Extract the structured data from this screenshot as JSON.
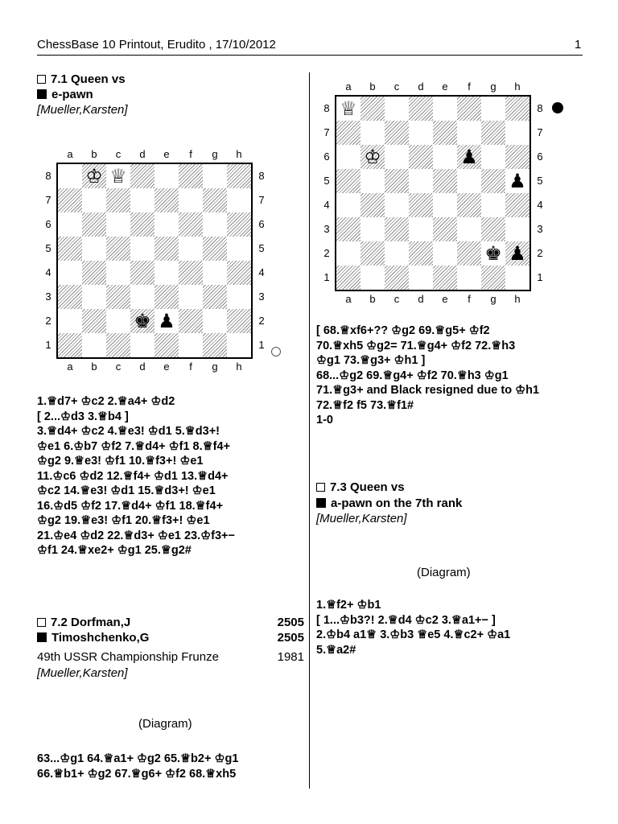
{
  "header": {
    "title": "ChessBase 10 Printout, Erudito , 17/10/2012",
    "page": "1"
  },
  "files": [
    "a",
    "b",
    "c",
    "d",
    "e",
    "f",
    "g",
    "h"
  ],
  "ranks": [
    "8",
    "7",
    "6",
    "5",
    "4",
    "3",
    "2",
    "1"
  ],
  "game1": {
    "white": "7.1 Queen vs",
    "black": "e-pawn",
    "annotator": "[Mueller,Karsten]",
    "board": [
      [
        "",
        "♔",
        "♕",
        "",
        "",
        "",
        "",
        ""
      ],
      [
        "",
        "",
        "",
        "",
        "",
        "",
        "",
        ""
      ],
      [
        "",
        "",
        "",
        "",
        "",
        "",
        "",
        ""
      ],
      [
        "",
        "",
        "",
        "",
        "",
        "",
        "",
        ""
      ],
      [
        "",
        "",
        "",
        "",
        "",
        "",
        "",
        ""
      ],
      [
        "",
        "",
        "",
        "",
        "",
        "",
        "",
        ""
      ],
      [
        "",
        "",
        "",
        "♚",
        "♟",
        "",
        "",
        ""
      ],
      [
        "",
        "",
        "",
        "",
        "",
        "",
        "",
        ""
      ]
    ],
    "moves": [
      {
        "t": "1.♕d7+  ♔c2  2.♕a4+  ♔d2",
        "b": true
      },
      {
        "t": "  [ 2...♔d3  3.♕b4 ]",
        "b": false
      },
      {
        "t": "3.♕d4+  ♔c2  4.♕e3!  ♔d1  5.♕d3+!",
        "b": true
      },
      {
        "t": "♔e1  6.♔b7  ♔f2  7.♕d4+  ♔f1  8.♕f4+",
        "b": true
      },
      {
        "t": "♔g2  9.♕e3!  ♔f1  10.♕f3+!  ♔e1",
        "b": true
      },
      {
        "t": "11.♔c6  ♔d2  12.♕f4+  ♔d1  13.♕d4+",
        "b": true
      },
      {
        "t": "♔c2  14.♕e3!  ♔d1  15.♕d3+!  ♔e1",
        "b": true
      },
      {
        "t": "16.♔d5  ♔f2  17.♕d4+  ♔f1  18.♕f4+",
        "b": true
      },
      {
        "t": "♔g2  19.♕e3!  ♔f1  20.♕f3+!  ♔e1",
        "b": true
      },
      {
        "t": "21.♔e4  ♔d2  22.♕d3+  ♔e1  23.♔f3+−",
        "b": true
      },
      {
        "t": "♔f1  24.♕xe2+  ♔g1  25.♕g2#",
        "b": true
      }
    ]
  },
  "game2": {
    "white": "7.2 Dorfman,J",
    "white_elo": "2505",
    "black": "Timoshchenko,G",
    "black_elo": "2505",
    "event": "49th USSR Championship Frunze",
    "year": "1981",
    "annotator": "[Mueller,Karsten]",
    "diagram_label": "(Diagram)",
    "moves": [
      {
        "t": "63...♔g1  64.♕a1+  ♔g2  65.♕b2+  ♔g1",
        "b": true
      },
      {
        "t": "66.♕b1+  ♔g2  67.♕g6+  ♔f2  68.♕xh5",
        "b": true
      }
    ],
    "board": [
      [
        "♕",
        "",
        "",
        "",
        "",
        "",
        "",
        ""
      ],
      [
        "",
        "",
        "",
        "",
        "",
        "",
        "",
        ""
      ],
      [
        "",
        "♔",
        "",
        "",
        "",
        "♟",
        "",
        ""
      ],
      [
        "",
        "",
        "",
        "",
        "",
        "",
        "",
        "♟"
      ],
      [
        "",
        "",
        "",
        "",
        "",
        "",
        "",
        ""
      ],
      [
        "",
        "",
        "",
        "",
        "",
        "",
        "",
        ""
      ],
      [
        "",
        "",
        "",
        "",
        "",
        "",
        "♚",
        "♟"
      ],
      [
        "",
        "",
        "",
        "",
        "",
        "",
        "",
        ""
      ]
    ],
    "moves_cont": [
      {
        "t": "[ 68.♕xf6+??  ♔g2  69.♕g5+  ♔f2",
        "b": false
      },
      {
        "t": "70.♕xh5  ♔g2=  71.♕g4+  ♔f2  72.♕h3",
        "b": false
      },
      {
        "t": "♔g1  73.♕g3+  ♔h1 ]",
        "b": false
      },
      {
        "t": "68...♔g2  69.♕g4+  ♔f2  70.♕h3  ♔g1",
        "b": true
      },
      {
        "t": "71.♕g3+ and Black resigned due to  ♔h1",
        "b": true,
        "mixed": true
      },
      {
        "t": "72.♕f2  f5  73.♕f1#",
        "b": true
      },
      {
        "t": "1-0",
        "b": true
      }
    ]
  },
  "game3": {
    "white": "7.3 Queen vs",
    "black": "a-pawn on the 7th rank",
    "annotator": "[Mueller,Karsten]",
    "diagram_label": "(Diagram)",
    "moves": [
      {
        "t": "1.♕f2+  ♔b1",
        "b": true
      },
      {
        "t": "  [ 1...♔b3?!  2.♕d4  ♔c2  3.♕a1+− ]",
        "b": false
      },
      {
        "t": "2.♔b4  a1♕  3.♔b3  ♕e5  4.♕c2+  ♔a1",
        "b": true
      },
      {
        "t": "5.♕a2#",
        "b": true
      }
    ]
  },
  "colors": {
    "text": "#000000",
    "dark_square_hatch": "#8d8d8d"
  }
}
